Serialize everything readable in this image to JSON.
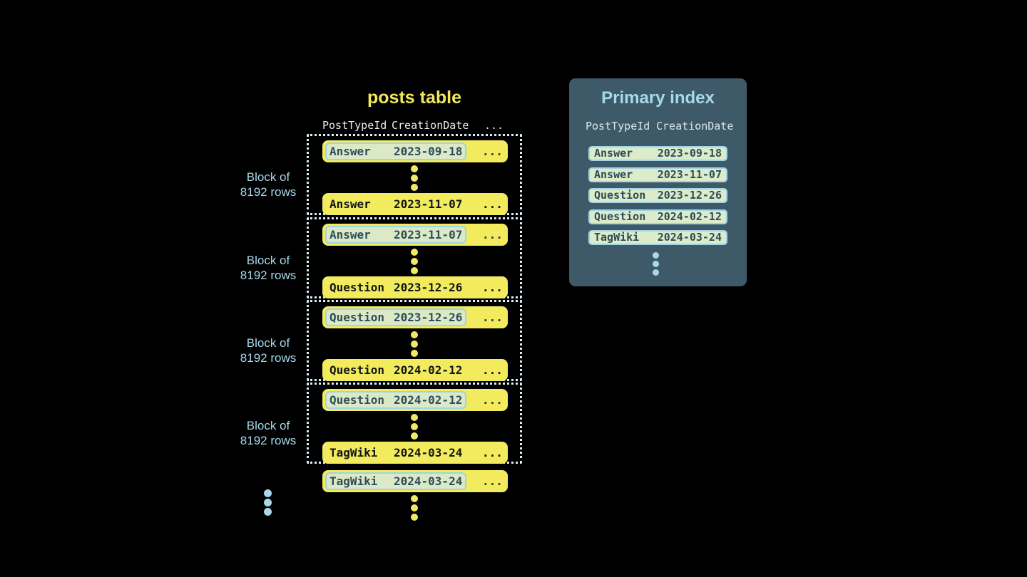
{
  "posts_table": {
    "title": "posts table",
    "columns": [
      "PostTypeId",
      "CreationDate",
      "..."
    ],
    "blocks": [
      {
        "label": [
          "Block of",
          "8192 rows"
        ],
        "first_row": {
          "post_type": "Answer",
          "creation_date": "2023-09-18",
          "more": "..."
        },
        "last_row": {
          "post_type": "Answer",
          "creation_date": "2023-11-07",
          "more": "..."
        }
      },
      {
        "label": [
          "Block of",
          "8192 rows"
        ],
        "first_row": {
          "post_type": "Answer",
          "creation_date": "2023-11-07",
          "more": "..."
        },
        "last_row": {
          "post_type": "Question",
          "creation_date": "2023-12-26",
          "more": "..."
        }
      },
      {
        "label": [
          "Block of",
          "8192 rows"
        ],
        "first_row": {
          "post_type": "Question",
          "creation_date": "2023-12-26",
          "more": "..."
        },
        "last_row": {
          "post_type": "Question",
          "creation_date": "2024-02-12",
          "more": "..."
        }
      },
      {
        "label": [
          "Block of",
          "8192 rows"
        ],
        "first_row": {
          "post_type": "Question",
          "creation_date": "2024-02-12",
          "more": "..."
        },
        "last_row": {
          "post_type": "TagWiki",
          "creation_date": "2024-03-24",
          "more": "..."
        }
      }
    ],
    "overflow_row": {
      "post_type": "TagWiki",
      "creation_date": "2024-03-24",
      "more": "..."
    }
  },
  "primary_index": {
    "title": "Primary index",
    "columns": [
      "PostTypeId",
      "CreationDate"
    ],
    "entries": [
      {
        "post_type": "Answer",
        "creation_date": "2023-09-18"
      },
      {
        "post_type": "Answer",
        "creation_date": "2023-11-07"
      },
      {
        "post_type": "Question",
        "creation_date": "2023-12-26"
      },
      {
        "post_type": "Question",
        "creation_date": "2024-02-12"
      },
      {
        "post_type": "TagWiki",
        "creation_date": "2024-03-24"
      }
    ]
  },
  "colors": {
    "background": "#000000",
    "row_yellow": "#f2eb5e",
    "title_yellow": "#f1e95c",
    "highlight_green": "#dbe9c7",
    "highlight_border_blue": "#9fd3e5",
    "panel_slate": "#3e5a68",
    "accent_light_blue": "#a8d8ea",
    "dark_slate_text": "#2e4d5c",
    "header_text": "#e8edef",
    "dotted_border": "#d9eef7"
  }
}
